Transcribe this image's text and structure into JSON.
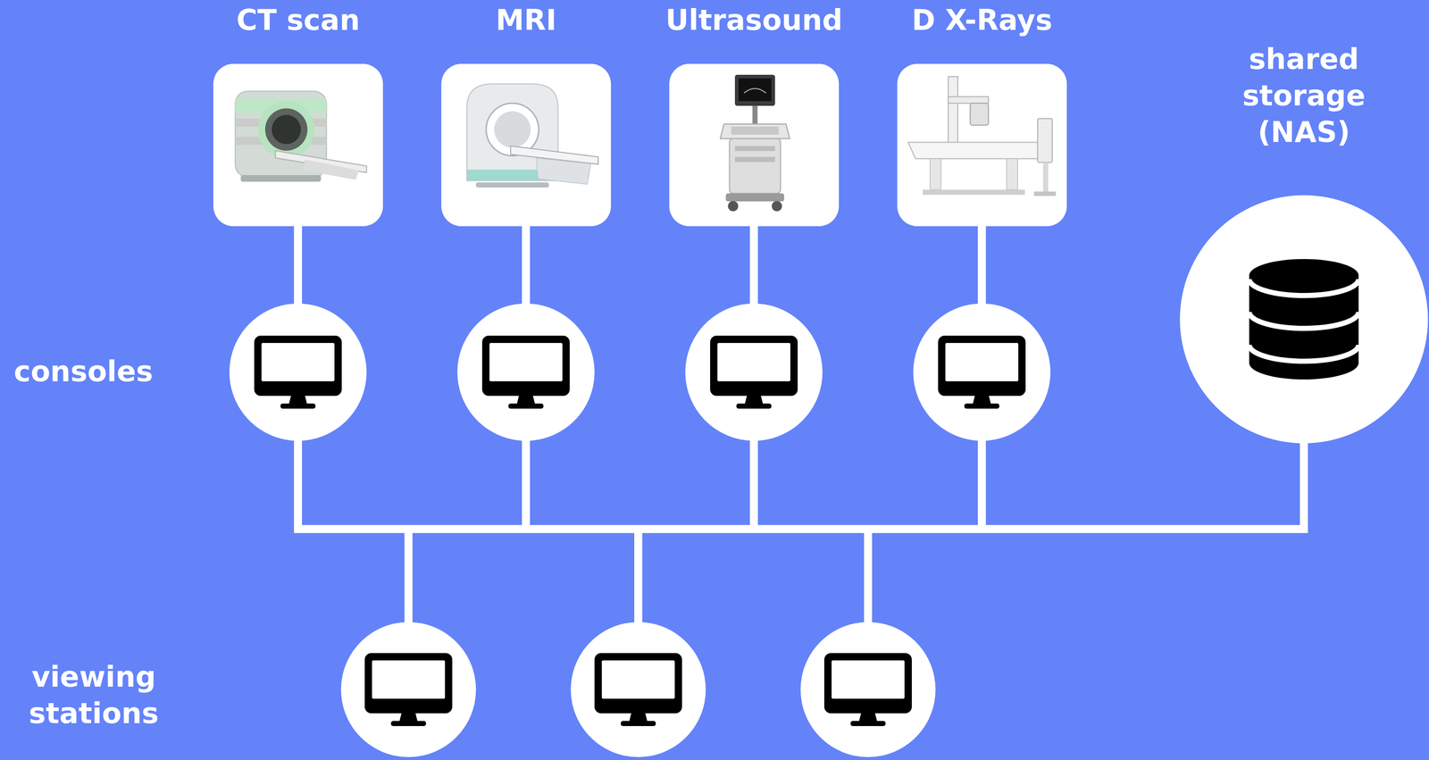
{
  "diagram": {
    "nodes": [
      {
        "text": [
          "CT scan"
        ]
      },
      {
        "text": [
          "MRI"
        ]
      },
      {
        "text": [
          "Ultrasound"
        ]
      },
      {
        "text": [
          "D X-Rays"
        ]
      },
      {
        "text": [
          "shared storage (NAS)"
        ]
      }
    ],
    "labels": [
      "consoles",
      "viewing stations"
    ]
  }
}
